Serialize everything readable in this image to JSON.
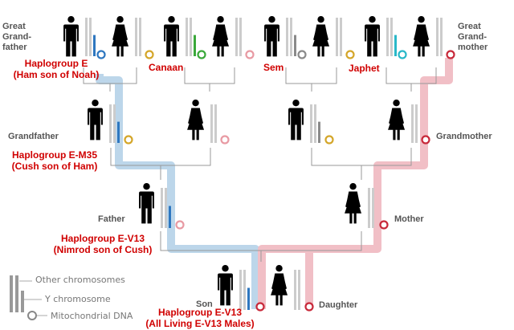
{
  "colors": {
    "paternal_line": "#bcd6ea",
    "maternal_line": "#f1bfc6",
    "connector": "#999999",
    "accent_red": "#d00000",
    "label_gray": "#555555",
    "y_blue": "#2e77c0",
    "y_green": "#3aa83a",
    "y_gray": "#8a8a8a",
    "y_cyan": "#29b8c8",
    "mt_yellow": "#d4a62a",
    "mt_blue": "#2e77c0",
    "mt_green": "#3aa83a",
    "mt_pink": "#e89aa3",
    "mt_red": "#c8293a"
  },
  "people_icons": [
    "male-figure-icon",
    "female-figure-icon",
    "chromosome-bars-icon",
    "mitochondrial-dna-ring-icon"
  ],
  "labels": {
    "great_grandfather": "Great\nGrand-\nfather",
    "great_grandmother": "Great\nGrand-\nmother",
    "grandfather": "Grandfather",
    "grandmother": "Grandmother",
    "father": "Father",
    "mother": "Mother",
    "son": "Son",
    "daughter": "Daughter"
  },
  "haplogroups": {
    "e": "Haplogroup E\n(Ham son of Noah)",
    "e_m35": "Haplogroup E-M35\n(Cush son of Ham)",
    "e_v13_father": "Haplogroup E-V13\n(Nimrod son of Cush)",
    "e_v13_son": "Haplogroup E-V13\n(All Living E-V13 Males)"
  },
  "names": {
    "canaan": "Canaan",
    "sem": "Sem",
    "japhet": "Japhet"
  },
  "legend": {
    "other": "Other chromosomes",
    "y": "Y chromosome",
    "mt": "Mitochondrial DNA"
  }
}
